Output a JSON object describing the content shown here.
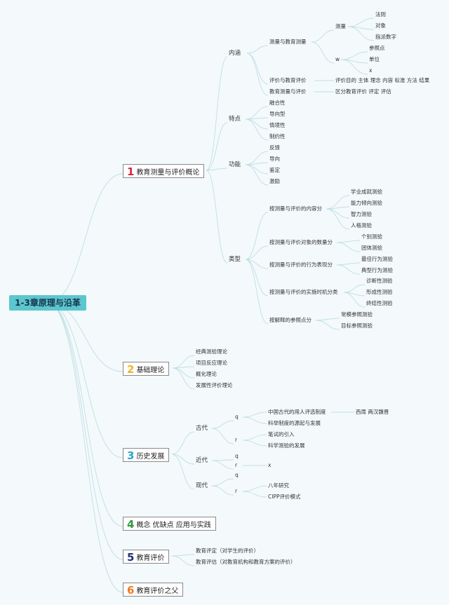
{
  "root": "1-3章原理与沿革",
  "colors": {
    "edge": "#bfe0e4",
    "root_bg": "#5cc6cf",
    "n1": "#d8283a",
    "n2": "#f0b429",
    "n3": "#2aa7c9",
    "n4": "#2f9a3a",
    "n5": "#1f2f7a",
    "n6": "#f07a1e"
  },
  "branches": [
    {
      "num": "1",
      "label": "教育测量与评价概论"
    },
    {
      "num": "2",
      "label": "基础理论"
    },
    {
      "num": "3",
      "label": "历史发展"
    },
    {
      "num": "4",
      "label": "概念 优缺点 应用与实践"
    },
    {
      "num": "5",
      "label": "教育评价"
    },
    {
      "num": "6",
      "label": "教育评价之父"
    }
  ],
  "b1": {
    "neihan": "内涵",
    "celiang_pj": "测量与教育测量",
    "celiang": "测量",
    "fazhe": "法则",
    "duixiang": "对象",
    "zhipai": "指派数字",
    "w": "w",
    "cankaodian": "参照点",
    "danwei": "单位",
    "x": "x",
    "pingjia_jy": "评价与教育评价",
    "pingjia_items": "评价目的 主体 理念 内容 标准 方法 结果",
    "cljy_pj": "教育测量与评价",
    "qufen": "区分教育评价 评定 评估",
    "tedian": "特点",
    "tedian_items": [
      "融合性",
      "导向型",
      "情境性",
      "制约性"
    ],
    "gongneng": "功能",
    "gongneng_items": [
      "反馈",
      "导向",
      "鉴定",
      "激励"
    ],
    "leixing": "类型",
    "lx1": "按测量与评价的内容分",
    "lx1_items": [
      "学业成就测验",
      "能力倾向测验",
      "智力测验",
      "人格测验"
    ],
    "lx2": "按测量与评价对象的数量分",
    "lx2_items": [
      "个别测验",
      "团体测验"
    ],
    "lx3": "按测量与评价的行为表现分",
    "lx3_items": [
      "最佳行为测验",
      "典型行为测验"
    ],
    "lx4": "按测量与评价的实施时机分类",
    "lx4_items": [
      "诊断性测验",
      "形成性测验",
      "终结性测验"
    ],
    "lx5": "按解释的参照点分",
    "lx5_items": [
      "常模参照测验",
      "目标参照测验"
    ]
  },
  "b2_items": [
    "经典测验理论",
    "项目反应理论",
    "概化理论",
    "发展性评价理论"
  ],
  "b3": {
    "gudai": "古代",
    "q1": "q",
    "gudai_q": "中国古代的用人评选制度",
    "xizhou": "西周 两汉魏晋",
    "keju": "科举制度的源起与发展",
    "r1": "r",
    "bishi": "笔试的引入",
    "kexue": "科学测验的发展",
    "jindai": "近代",
    "q2": "q",
    "r2": "r",
    "x2": "x",
    "xiandai": "现代",
    "q3": "q",
    "r3": "r",
    "banian": "八年研究",
    "cipp": "CIPP评价模式"
  },
  "b5_items": [
    "教育评定（对学生的评价）",
    "教育评估（对教育机构和教育方案的评价）"
  ]
}
